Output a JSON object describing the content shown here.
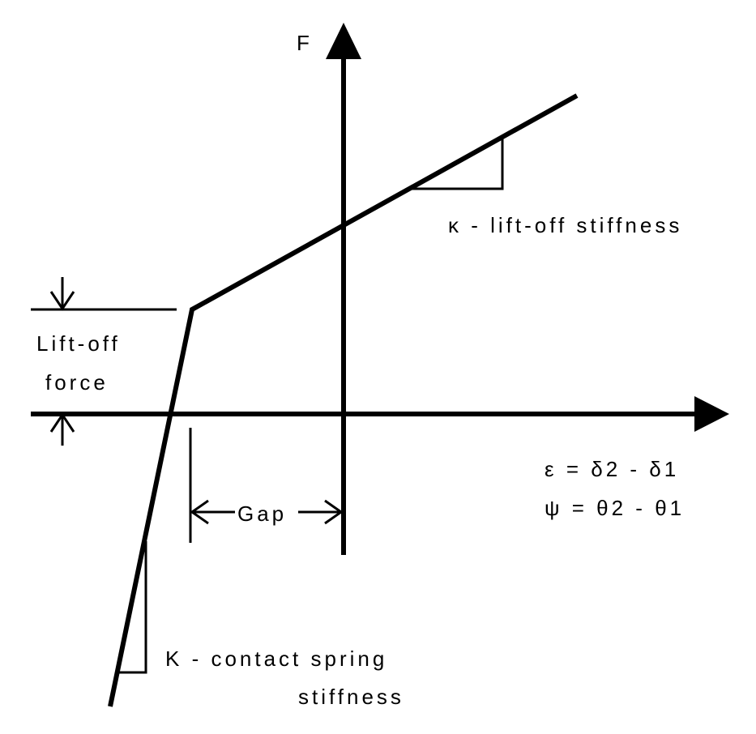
{
  "labels": {
    "force_axis": "F",
    "lift_off_stiffness": "κ - lift-off stiffness",
    "lift_off_force_line1": "Lift-off",
    "lift_off_force_line2": "force",
    "gap": "Gap",
    "epsilon_eq": "ε = δ2 - δ1",
    "psi_eq": "ψ = θ2 - θ1",
    "contact_stiffness_line1": "K - contact spring",
    "contact_stiffness_line2": "stiffness"
  },
  "colors": {
    "ink": "#000000",
    "background": "#ffffff"
  }
}
